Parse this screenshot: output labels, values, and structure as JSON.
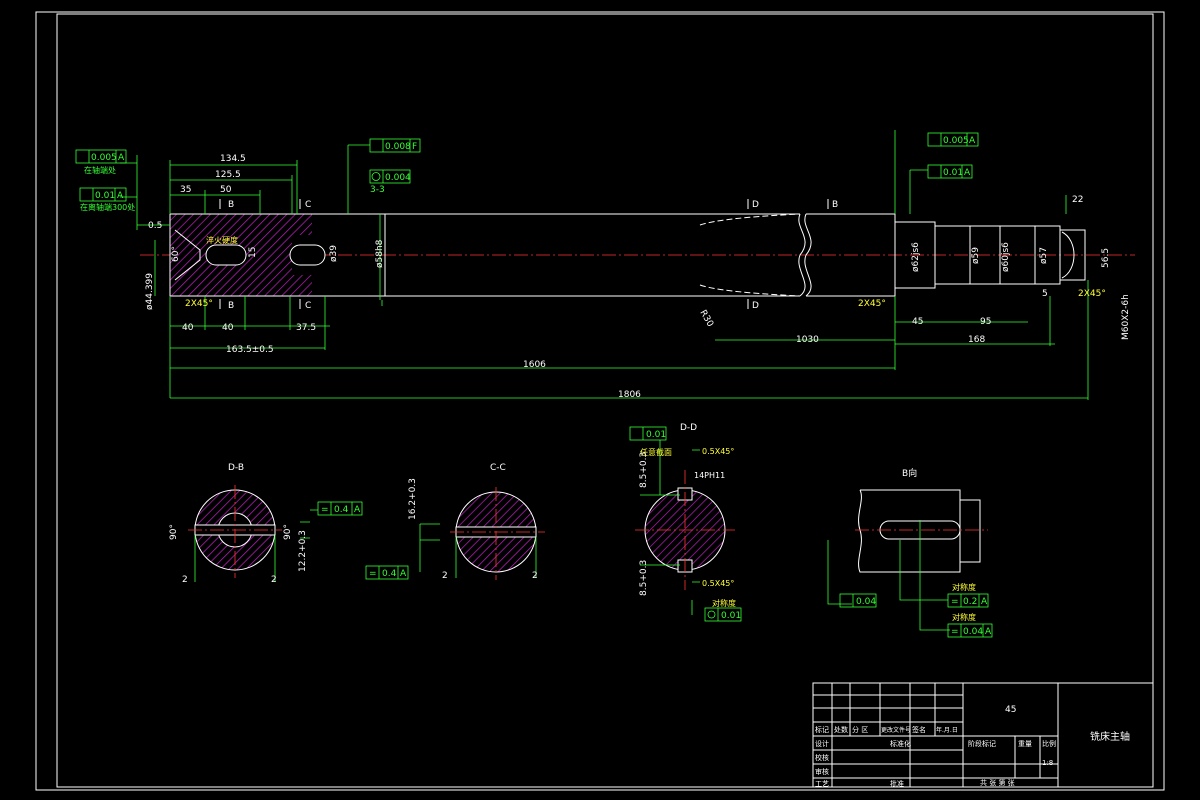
{
  "sheet": {
    "colors": {
      "background": "#000000",
      "outline": "#ffffff",
      "dimension": "#33ff33",
      "centerline": "#ff3333",
      "hatch": "#ff00ff"
    }
  },
  "tolerances": {
    "runout_left_a": "0.005",
    "runout_left_b": "0.01",
    "datum_a": "A",
    "parallel_f": "0.008",
    "datum_f": "F",
    "cylindricity": "0.004",
    "runout_right_a": "0.005",
    "runout_right_b": "0.01",
    "sym_db": "0.4",
    "sym_cc": "0.4",
    "parallel_dd": "0.01",
    "position_dd": "0.01",
    "parallel_view": "0.04",
    "sym_view_1": "0.2",
    "sym_view_2": "0.04"
  },
  "notes": {
    "left_note_1": "在轴端处",
    "left_note_2": "在离轴端300处",
    "hardness": "淬火硬度",
    "view_label": "B向",
    "any_section": "任意截面",
    "parallel_note": "对称度",
    "sym_note_1": "对称度",
    "sym_note_2": "对称度",
    "chamfer_1": "0.5X45°",
    "chamfer_2": "0.5X45°",
    "fit_ph11": "14PH11",
    "datum_note": "3-3"
  },
  "dimensions": {
    "d134": "134.5",
    "d125": "125.5",
    "d35": "35",
    "d50": "50",
    "d05": "0.5",
    "d60deg": "60°",
    "d44": "ø44.399",
    "d15": "15",
    "d39": "ø39",
    "d58": "ø58h8",
    "d40a": "40",
    "d40b": "40",
    "d375": "37.5",
    "d163": "163.5±0.5",
    "d1606": "1606",
    "d1806": "1806",
    "d1030": "1030",
    "d168": "168",
    "d45": "45",
    "d95": "95",
    "d5": "5",
    "d62": "ø62js6",
    "d59": "ø59",
    "d60": "ø60js6",
    "d57": "ø57",
    "d565": "56.5",
    "d22": "22",
    "thread": "M60X2-6h",
    "d90a": "90°",
    "d90b": "90°",
    "d162": "16.2+0.3",
    "d122": "12.2+0.3",
    "d85a": "8.5+0.3",
    "d85b": "8.5+0.3",
    "d2a": "2",
    "d2b": "2",
    "d2c": "2",
    "d2d": "2",
    "r30": "R30",
    "c2x45a": "2X45°",
    "c2x45b": "2X45°",
    "c2x45c": "2X45°"
  },
  "section_labels": {
    "lb": "B",
    "lc": "C",
    "ld": "D",
    "db": "D-B",
    "cc": "C-C",
    "dd": "D-D"
  },
  "title_block": {
    "material": "45",
    "part_name": "铣床主轴",
    "scale": "1:8",
    "sheet": "共 张 第 张",
    "row_labels": [
      "标记",
      "设计",
      "校核",
      "审核",
      "工艺"
    ],
    "head_cells": [
      "处数",
      "分 区",
      "更改文件号",
      "签名",
      "年.月.日"
    ],
    "std": "标准化",
    "approve": "批准",
    "stage": "阶段标记",
    "weight": "重量",
    "ratio": "比例"
  }
}
